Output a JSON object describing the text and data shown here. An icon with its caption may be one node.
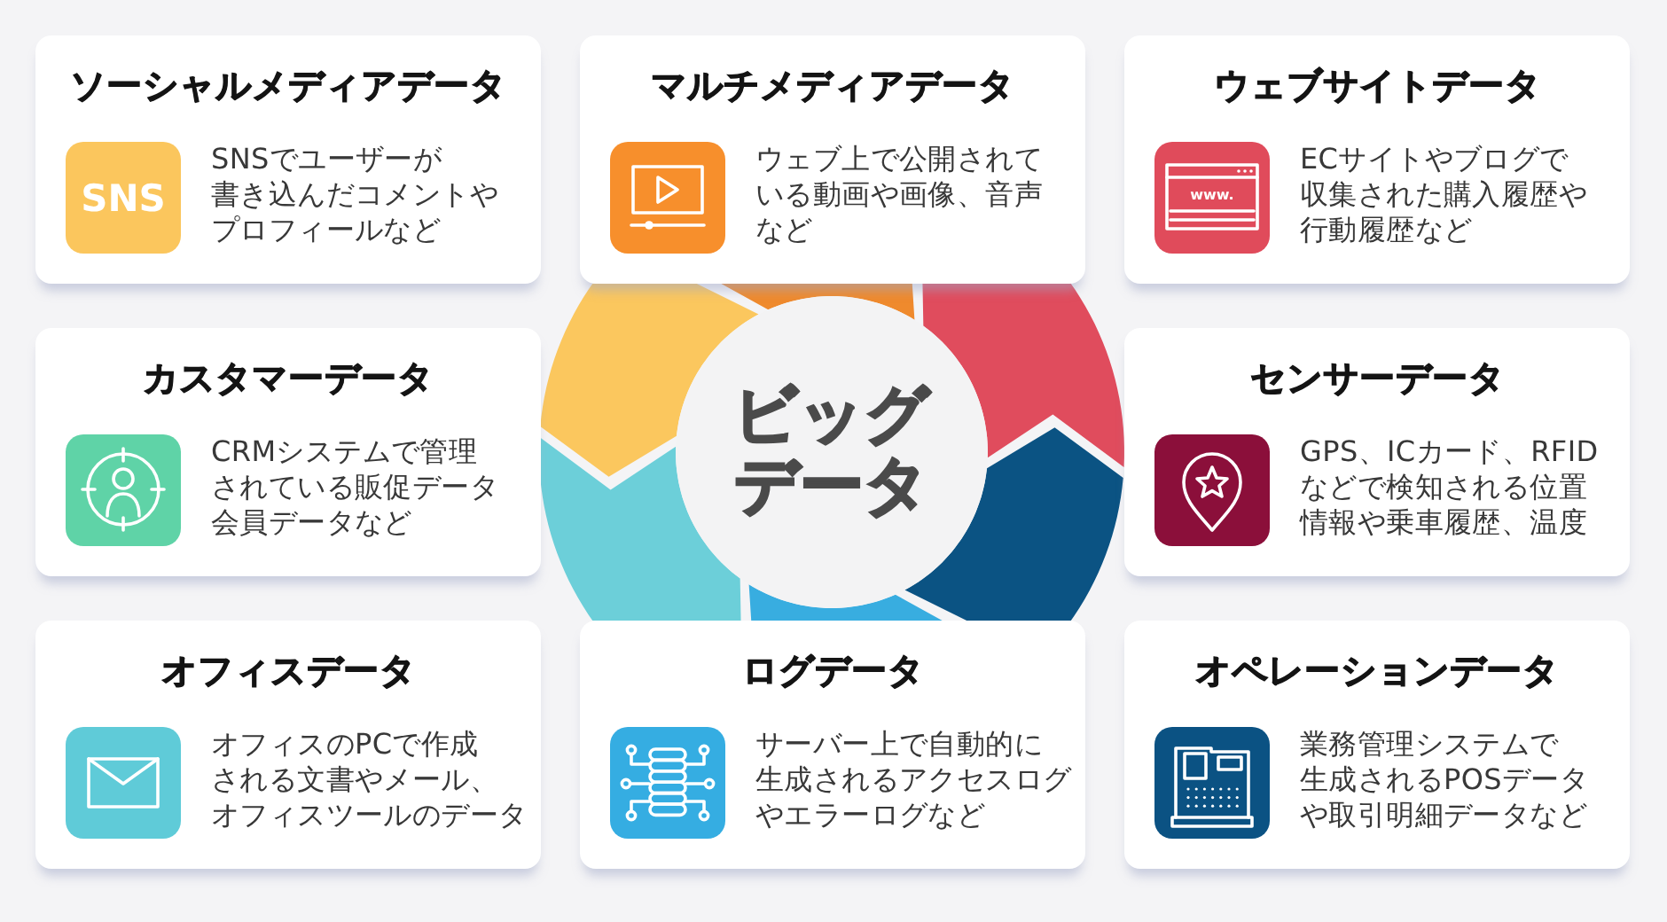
{
  "diagram": {
    "nodes": [
      {
        "text": [
          "ソーシャルメディアデータ",
          "SNSでユーザーが書き込んだコメントやプロフィールなど"
        ]
      },
      {
        "text": [
          "SNS"
        ],
        "in": 0
      },
      {
        "text": [
          "マルチメディアデータ",
          "ウェブ上で公開されている動画や画像、音声など"
        ]
      },
      {
        "text": [],
        "shape": "picture",
        "in": 2
      },
      {
        "text": [
          "ウェブサイトデータ",
          "ECサイトやブログで収集された購入履歴や行動履歴など"
        ]
      },
      {
        "text": [
          "www."
        ],
        "in": 4
      },
      {
        "text": [
          "カスタマーデータ",
          "CRMシステムで管理されている販促データ会員データなど"
        ]
      },
      {
        "text": [],
        "shape": "picture",
        "in": 6
      },
      {
        "text": [
          "ビッグデータ"
        ]
      },
      {
        "text": [
          "センサーデータ",
          "GPS、ICカード、RFIDなどで検知される位置情報や乗車履歴、温度"
        ]
      },
      {
        "text": [],
        "shape": "picture",
        "in": 9
      },
      {
        "text": [
          "オフィスデータ",
          "オフィスのPCで作成される文書やメール、オフィスツールのデータ"
        ]
      },
      {
        "text": [],
        "shape": "picture",
        "in": 11
      },
      {
        "text": [
          "ログデータ",
          "サーバー上で自動的に生成されるアクセスログやエラーログなど"
        ]
      },
      {
        "text": [],
        "shape": "picture",
        "in": 13
      },
      {
        "text": [
          "オペレーションデータ",
          "業務管理システムで生成されるPOSデータや取引明細データなど"
        ]
      },
      {
        "text": [],
        "shape": "picture",
        "in": 15
      }
    ]
  }
}
